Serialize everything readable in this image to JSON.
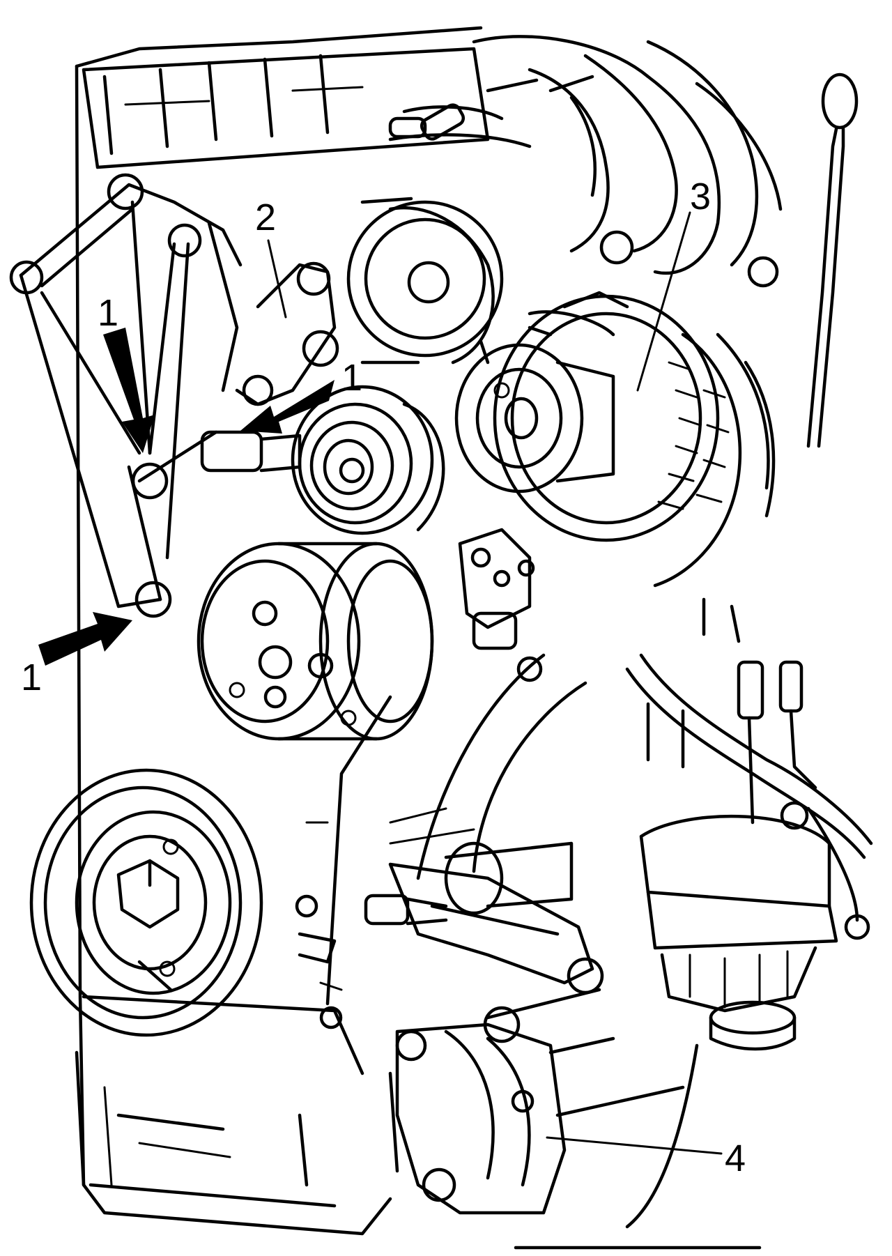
{
  "diagram": {
    "callouts": [
      {
        "id": "c1a",
        "label": "1"
      },
      {
        "id": "c1b",
        "label": "1"
      },
      {
        "id": "c1c",
        "label": "1"
      },
      {
        "id": "c2",
        "label": "2"
      },
      {
        "id": "c3",
        "label": "3"
      },
      {
        "id": "c4",
        "label": "4"
      }
    ],
    "colors": {
      "line": "#000000",
      "background": "#ffffff"
    }
  }
}
